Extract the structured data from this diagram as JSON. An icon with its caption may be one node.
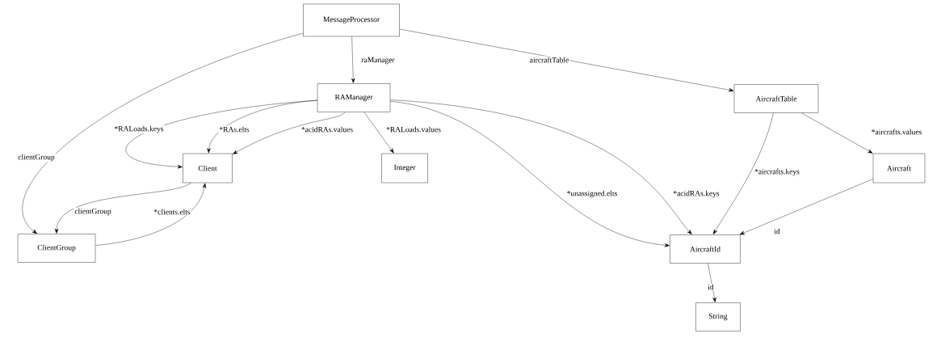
{
  "diagram": {
    "nodes": [
      {
        "text": [
          "MessageProcessor"
        ]
      },
      {
        "text": [
          "RAManager"
        ]
      },
      {
        "text": [
          "AircraftTable"
        ]
      },
      {
        "text": [
          "Client"
        ]
      },
      {
        "text": [
          "Integer"
        ]
      },
      {
        "text": [
          "Aircraft"
        ]
      },
      {
        "text": [
          "ClientGroup"
        ]
      },
      {
        "text": [
          "AircraftId"
        ]
      },
      {
        "text": [
          "String"
        ]
      }
    ],
    "edges": [
      {
        "from": 0,
        "to": 6,
        "arrow": "to",
        "label": "clientGroup"
      },
      {
        "from": 0,
        "to": 1,
        "arrow": "to",
        "label": "raManager"
      },
      {
        "from": 0,
        "to": 2,
        "arrow": "to",
        "label": "aircraftTable"
      },
      {
        "from": 1,
        "to": 3,
        "arrow": "to",
        "label": "*RALoads.keys"
      },
      {
        "from": 1,
        "to": 3,
        "arrow": "to",
        "label": "*RAs.elts"
      },
      {
        "from": 1,
        "to": 3,
        "arrow": "to",
        "label": "*acidRAs.values"
      },
      {
        "from": 1,
        "to": 4,
        "arrow": "to",
        "label": "*RALoads.values"
      },
      {
        "from": 1,
        "to": 7,
        "arrow": "to",
        "label": "*unassigned.elts"
      },
      {
        "from": 1,
        "to": 7,
        "arrow": "to",
        "label": "*acidRAs.keys"
      },
      {
        "from": 3,
        "to": 6,
        "arrow": "to",
        "label": "clientGroup"
      },
      {
        "from": 6,
        "to": 3,
        "arrow": "to",
        "label": "*clients.elts"
      },
      {
        "from": 2,
        "to": 7,
        "arrow": "to",
        "label": "*aircrafts.keys"
      },
      {
        "from": 2,
        "to": 5,
        "arrow": "to",
        "label": "*aircrafts.values"
      },
      {
        "from": 5,
        "to": 7,
        "arrow": "to",
        "label": "id"
      },
      {
        "from": 7,
        "to": 8,
        "arrow": "to",
        "label": "id"
      }
    ]
  }
}
